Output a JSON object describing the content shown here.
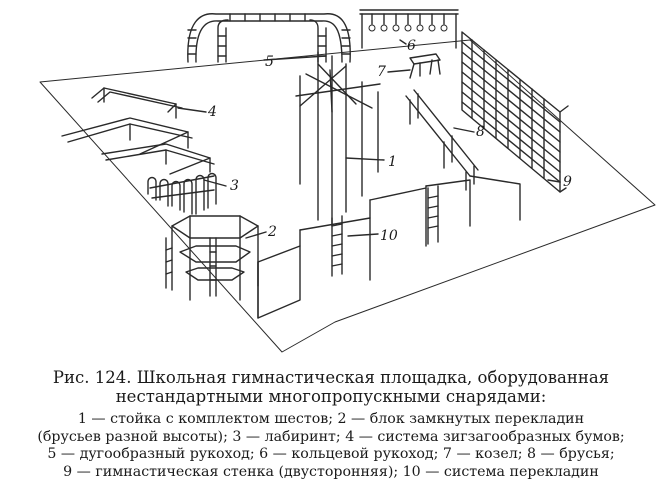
{
  "figure": {
    "callouts": [
      "1",
      "2",
      "3",
      "4",
      "5",
      "6",
      "7",
      "8",
      "9",
      "10"
    ]
  },
  "caption": {
    "title_line1": "Рис. 124. Школьная гимнастическая площадка, оборудованная",
    "title_line2": "нестандартными многопропускными снарядами:",
    "legend_lines": [
      "1 — стойка с комплектом шестов; 2 — блок замкнутых перекладин",
      "(брусьев разной высоты); 3 — лабиринт; 4 — система зигзагообразных бумов;",
      "5 — дугообразный рукоход; 6 — кольцевой рукоход; 7 — козел; 8 — брусья;",
      "9 — гимнастическая стенка (двусторонняя); 10 — система перекладин"
    ]
  }
}
